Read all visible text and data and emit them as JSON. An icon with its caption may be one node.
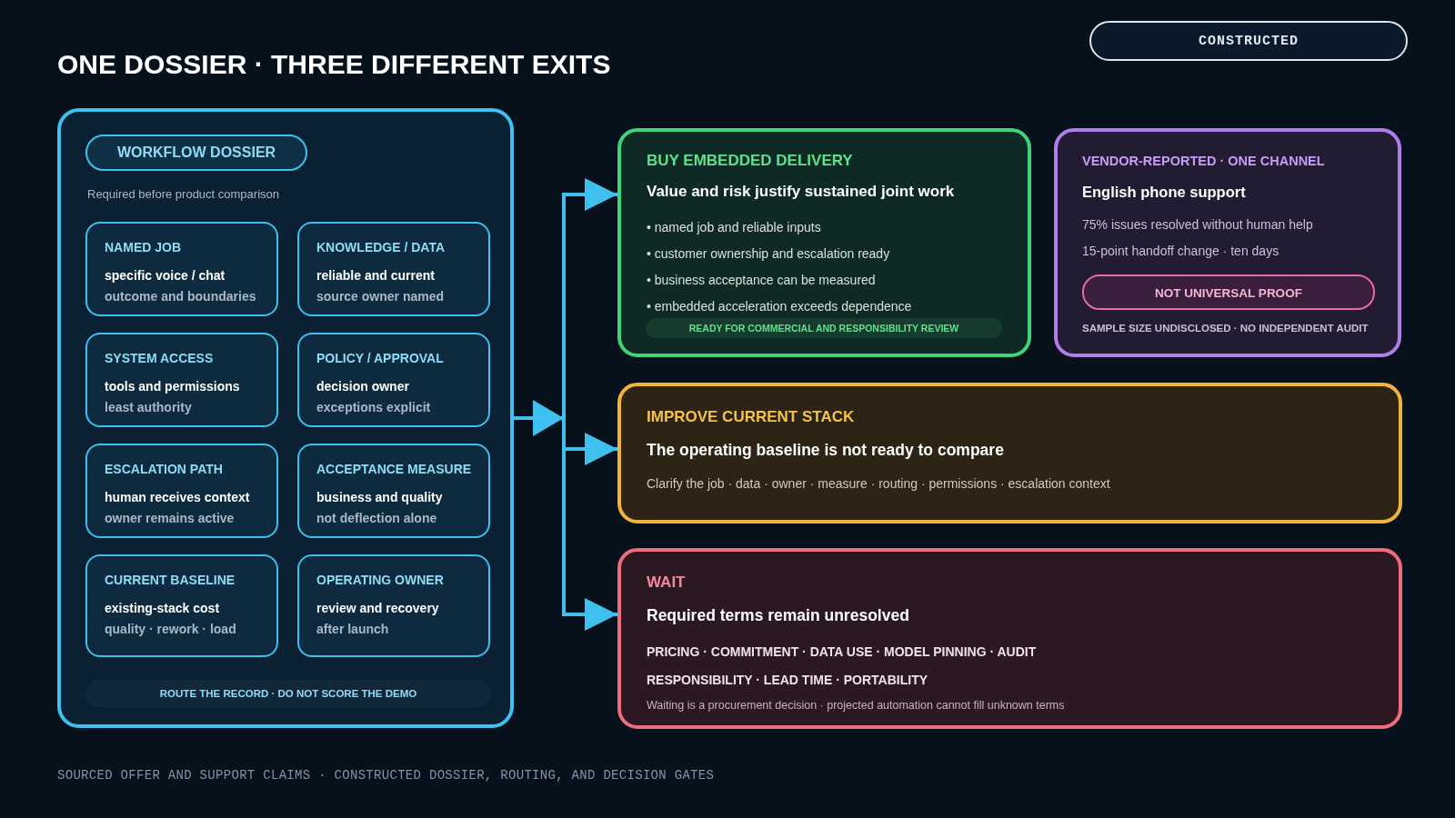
{
  "diagram": {
    "title": "ONE DOSSIER · THREE DIFFERENT EXITS",
    "nodes": [
      {
        "text": [
          "Required before product comparison"
        ]
      },
      {
        "text": [
          "WORKFLOW DOSSIER"
        ],
        "in": 0
      },
      {
        "text": [
          "NAMED JOB",
          "specific voice / chat",
          "outcome and boundaries"
        ],
        "in": 0
      },
      {
        "text": [
          "KNOWLEDGE / DATA",
          "reliable and current",
          "source owner named"
        ],
        "in": 0
      },
      {
        "text": [
          "SYSTEM ACCESS",
          "tools and permissions",
          "least authority"
        ],
        "in": 0
      },
      {
        "text": [
          "POLICY / APPROVAL",
          "decision owner",
          "exceptions explicit"
        ],
        "in": 0
      },
      {
        "text": [
          "ESCALATION PATH",
          "human receives context",
          "owner remains active"
        ],
        "in": 0
      },
      {
        "text": [
          "ACCEPTANCE MEASURE",
          "business and quality",
          "not deflection alone"
        ],
        "in": 0
      },
      {
        "text": [
          "CURRENT BASELINE",
          "existing-stack cost",
          "quality · rework · load"
        ],
        "in": 0
      },
      {
        "text": [
          "OPERATING OWNER",
          "review and recovery",
          "after launch"
        ],
        "in": 0
      },
      {
        "text": [
          "ROUTE THE RECORD · DO NOT SCORE THE DEMO"
        ],
        "in": 0
      },
      {
        "text": [
          "BUY EMBEDDED DELIVERY",
          "Value and risk justify sustained joint work",
          "• named job and reliable inputs",
          "• customer ownership and escalation ready",
          "• business acceptance can be measured",
          "• embedded acceleration exceeds dependence"
        ]
      },
      {
        "text": [
          "READY FOR COMMERCIAL AND RESPONSIBILITY REVIEW"
        ],
        "in": 11
      },
      {
        "text": [
          "VENDOR-REPORTED · ONE CHANNEL",
          "English phone support",
          "75% issues resolved without human help",
          "15-point handoff change · ten days",
          "SAMPLE SIZE UNDISCLOSED · NO INDEPENDENT AUDIT"
        ]
      },
      {
        "text": [
          "NOT UNIVERSAL PROOF"
        ],
        "in": 13
      },
      {
        "text": [
          "IMPROVE CURRENT STACK",
          "The operating baseline is not ready to compare",
          "Clarify the job · data · owner · measure · routing · permissions · escalation context"
        ]
      },
      {
        "text": [
          "WAIT",
          "Required terms remain unresolved",
          "PRICING · COMMITMENT · DATA USE · MODEL PINNING · AUDIT",
          "RESPONSIBILITY · LEAD TIME · PORTABILITY",
          "Waiting is a procurement decision · projected automation cannot fill unknown terms"
        ]
      },
      {
        "text": [
          "CONSTRUCTED"
        ]
      }
    ],
    "edges": [
      {
        "from": 0,
        "to": 11,
        "arrow": "to"
      },
      {
        "from": 0,
        "to": 15,
        "arrow": "to"
      },
      {
        "from": 0,
        "to": 16,
        "arrow": "to"
      }
    ],
    "labels": [
      "SOURCED OFFER AND SUPPORT CLAIMS · CONSTRUCTED DOSSIER, ROUTING, AND DECISION GATES"
    ]
  }
}
